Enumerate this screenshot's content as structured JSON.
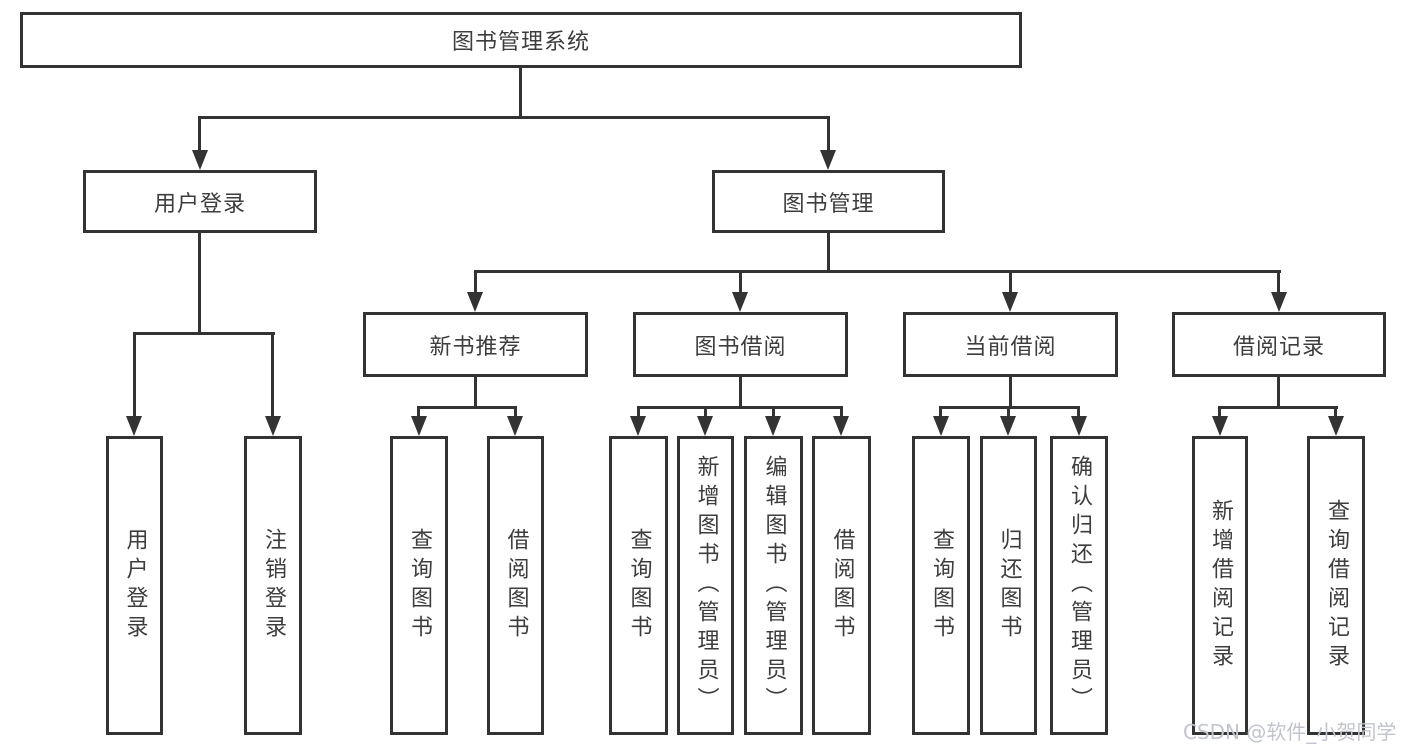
{
  "tree": {
    "root": {
      "label": "图书管理系统"
    },
    "login": {
      "label": "用户登录",
      "children": [
        {
          "label": "用户登录"
        },
        {
          "label": "注销登录"
        }
      ]
    },
    "management": {
      "label": "图书管理",
      "sections": [
        {
          "label": "新书推荐",
          "children": [
            {
              "label": "查询图书"
            },
            {
              "label": "借阅图书"
            }
          ]
        },
        {
          "label": "图书借阅",
          "children": [
            {
              "label": "查询图书"
            },
            {
              "label": "新增图书（管理员）"
            },
            {
              "label": "编辑图书（管理员）"
            },
            {
              "label": "借阅图书"
            }
          ]
        },
        {
          "label": "当前借阅",
          "children": [
            {
              "label": "查询图书"
            },
            {
              "label": "归还图书"
            },
            {
              "label": "确认归还（管理员）"
            }
          ]
        },
        {
          "label": "借阅记录",
          "children": [
            {
              "label": "新增借阅记录"
            },
            {
              "label": "查询借阅记录"
            }
          ]
        }
      ]
    }
  },
  "watermark": {
    "text": "CSDN @软件_小贺同学"
  },
  "colors": {
    "line": "#333333",
    "text": "#3d3d3d",
    "box_background": "#ffffff",
    "page_background": "#ffffff",
    "watermark": "#c2c5cc"
  }
}
